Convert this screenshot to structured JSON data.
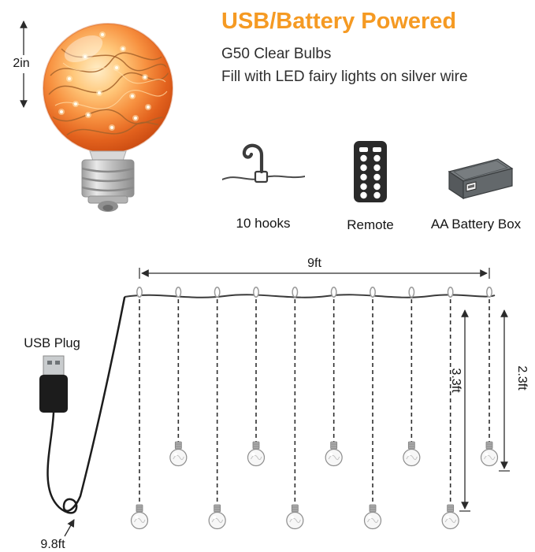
{
  "header": {
    "title": "USB/Battery Powered",
    "line1": "G50 Clear Bulbs",
    "line2": "Fill with LED fairy lights on silver wire"
  },
  "bulb": {
    "size_label": "2in"
  },
  "accessories": {
    "hooks": {
      "label": "10 hooks",
      "icon": "s-hook-icon"
    },
    "remote": {
      "label": "Remote",
      "icon": "remote-control-icon"
    },
    "battery": {
      "label": "AA Battery Box",
      "icon": "battery-box-icon"
    }
  },
  "diagram": {
    "curtain_width": "9ft",
    "usb_plug": "USB Plug",
    "lead_length": "9.8ft",
    "long_drop": "3.3ft",
    "short_drop": "2.3ft",
    "drop_count": 10
  },
  "colors": {
    "accent": "#f59a23",
    "text": "#1f1f1f",
    "diagram_line": "#2b2b2b",
    "bulb_glass": "#f07a2a",
    "copper_wire": "#a5622a"
  }
}
